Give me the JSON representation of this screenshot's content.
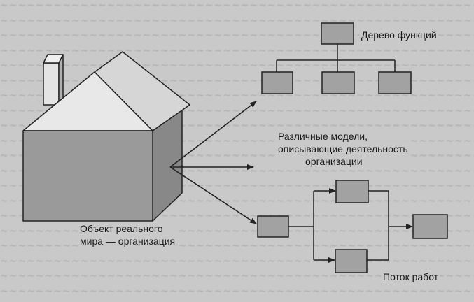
{
  "labels": {
    "function_tree": "Дерево функций",
    "models": [
      "Различные модели,",
      "описывающие деятельность",
      "организации"
    ],
    "object": [
      "Объект реального",
      "мира — организация"
    ],
    "workflow": "Поток работ"
  }
}
